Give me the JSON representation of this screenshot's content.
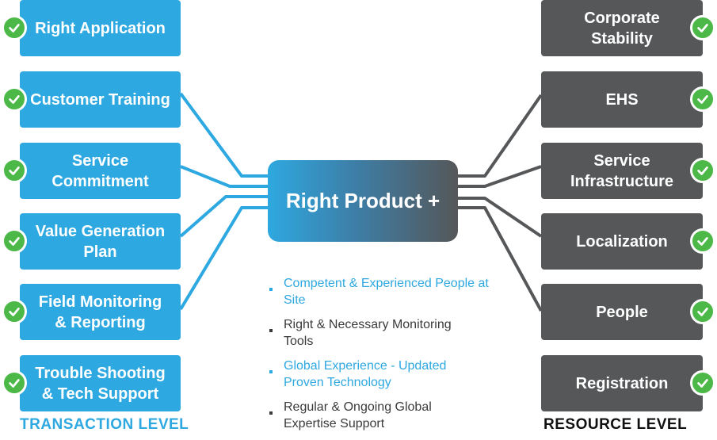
{
  "center": {
    "label": "Right Product +"
  },
  "transaction_items": [
    {
      "label": "Right Application"
    },
    {
      "label": "Customer Training"
    },
    {
      "label": "Service Commitment"
    },
    {
      "label": "Value Generation Plan"
    },
    {
      "label": "Field Monitoring & Reporting"
    },
    {
      "label": "Trouble Shooting & Tech Support"
    }
  ],
  "resource_items": [
    {
      "label": "Corporate Stability"
    },
    {
      "label": "EHS"
    },
    {
      "label": "Service Infrastructure"
    },
    {
      "label": "Localization"
    },
    {
      "label": "People"
    },
    {
      "label": "Registration"
    }
  ],
  "bullets": [
    {
      "text": "Competent & Experienced People at Site",
      "color": "blue"
    },
    {
      "text": "Right & Necessary Monitoring Tools",
      "color": "dark"
    },
    {
      "text": "Global Experience - Updated Proven Technology",
      "color": "blue"
    },
    {
      "text": "Regular & Ongoing Global Expertise Support",
      "color": "dark"
    }
  ],
  "labels": {
    "transaction_level": "TRANSACTION LEVEL",
    "resource_level": "RESOURCE LEVEL"
  },
  "colors": {
    "transaction": "#2ea8e0",
    "resource": "#555759",
    "check": "#4cb848"
  }
}
